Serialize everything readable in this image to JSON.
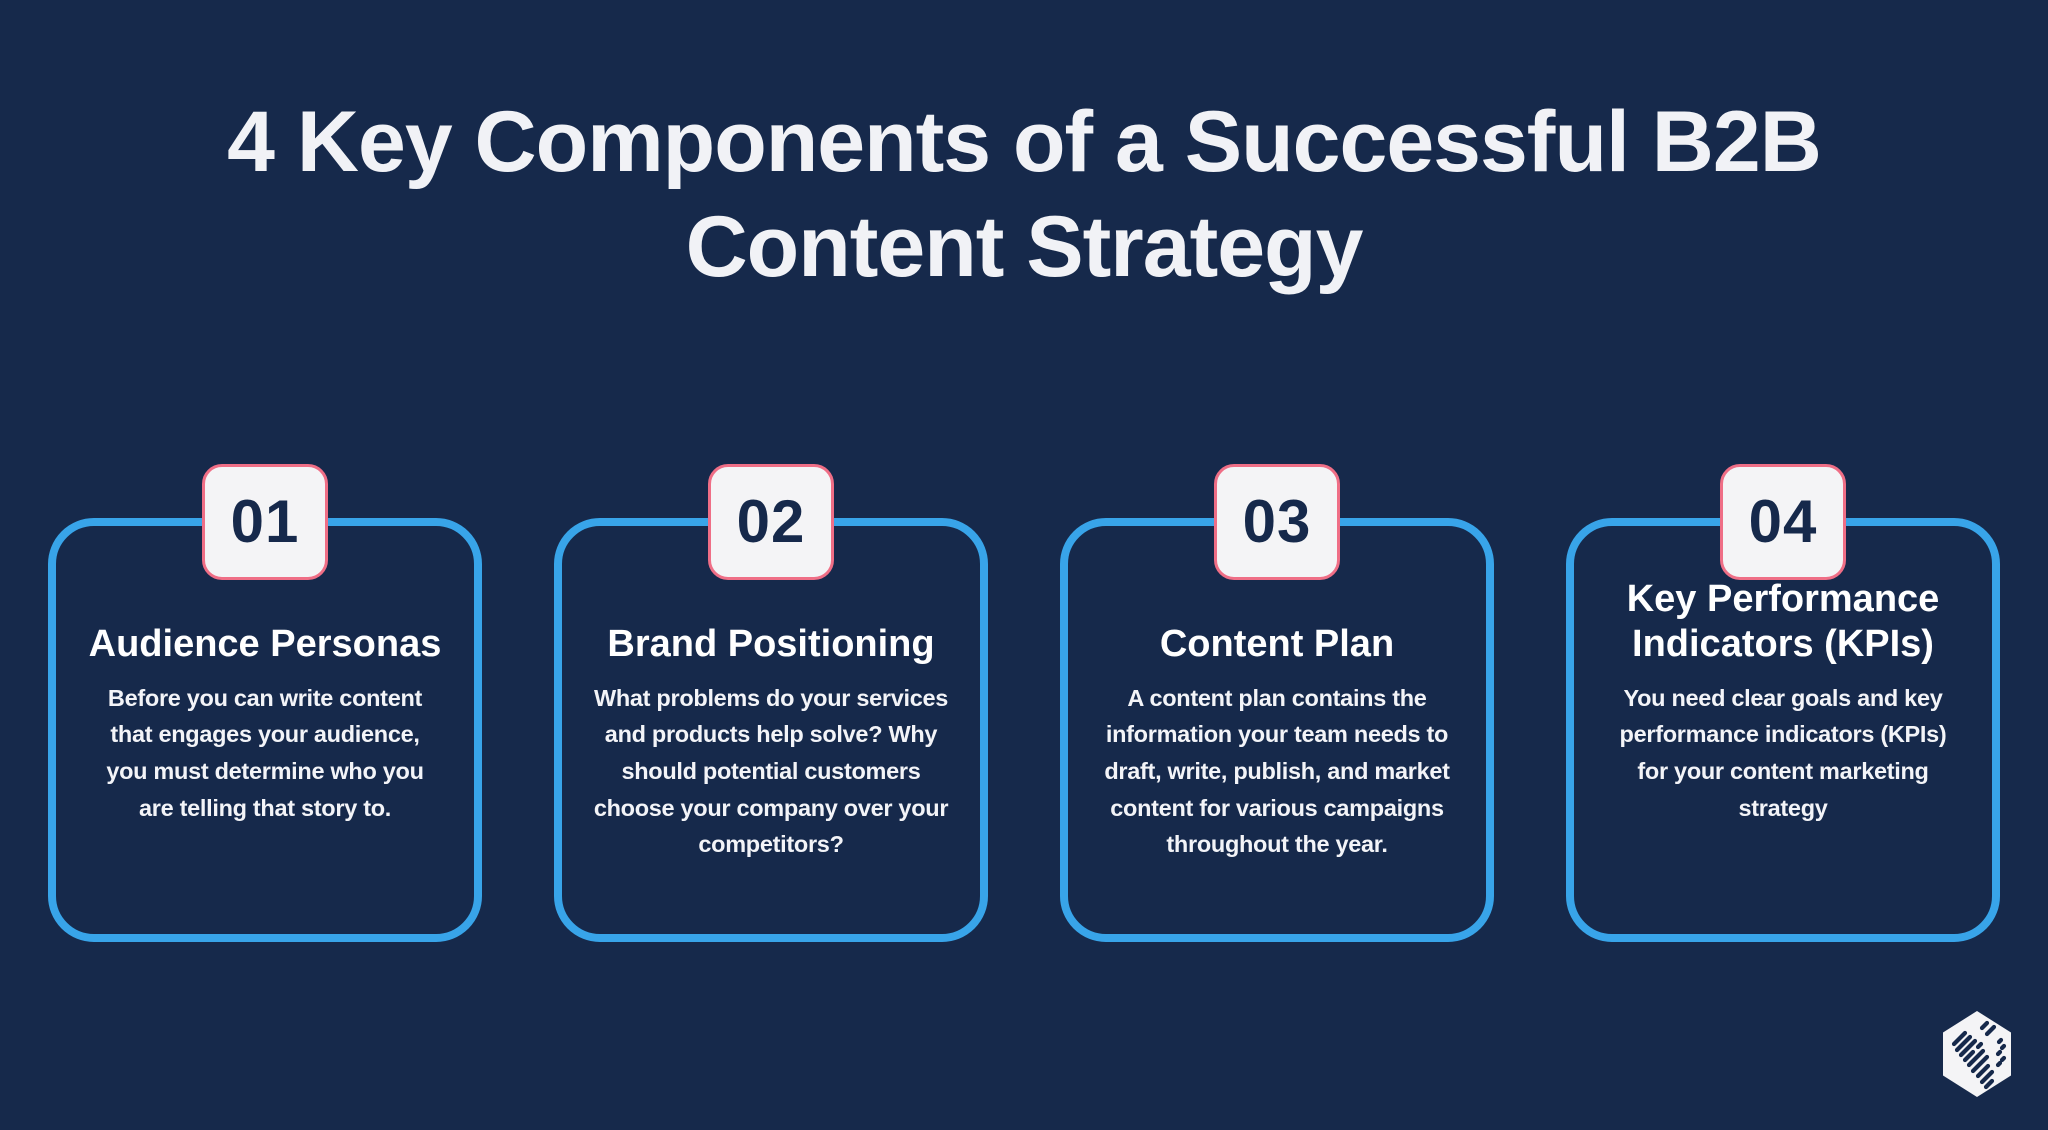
{
  "page": {
    "title": "4 Key Components of a Successful B2B\nContent Strategy"
  },
  "colors": {
    "background": "#16294B",
    "card_border_blue": "#38A4E9",
    "badge_border_pink": "#EF6E86",
    "badge_background": "#F4F4F6",
    "badge_number_navy": "#16294B",
    "text_white": "#FFFFFF"
  },
  "cards": [
    {
      "number": "01",
      "title": "Audience Personas",
      "body": "Before you can write content\nthat engages your audience,\nyou must determine who you\nare telling that story to."
    },
    {
      "number": "02",
      "title": "Brand Positioning",
      "body": "What problems do your services\nand products help solve? Why\nshould potential customers\nchoose your company over your\ncompetitors?"
    },
    {
      "number": "03",
      "title": "Content Plan",
      "body": "A content plan contains the\ninformation your team needs to\ndraft, write, publish, and market\ncontent for various campaigns\nthroughout the year."
    },
    {
      "number": "04",
      "title": "Key Performance\nIndicators (KPIs)",
      "body": "You need clear goals and key\nperformance indicators (KPIs)\nfor your content marketing\nstrategy"
    }
  ],
  "logo": {
    "name": "hexagon-brand-logo"
  }
}
